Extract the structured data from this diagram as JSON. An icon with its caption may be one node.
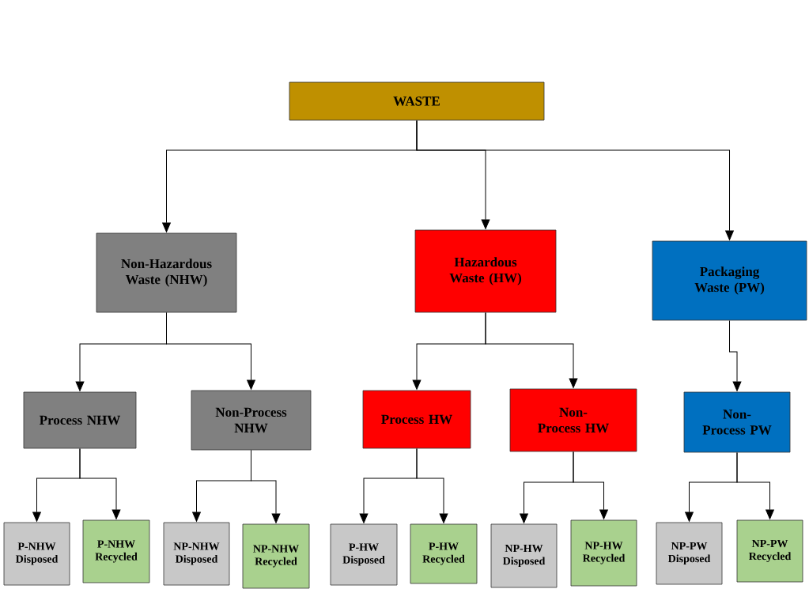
{
  "diagram": {
    "nodes": [
      {
        "text": [
          "WASTE"
        ]
      },
      {
        "text": [
          "Non-Hazardous Waste (NHW)"
        ]
      },
      {
        "text": [
          "Hazardous Waste (HW)"
        ]
      },
      {
        "text": [
          "Packaging Waste (PW)"
        ]
      },
      {
        "text": [
          "Process NHW"
        ]
      },
      {
        "text": [
          "Non-Process NHW"
        ]
      },
      {
        "text": [
          "Process HW"
        ]
      },
      {
        "text": [
          "Non-Process HW"
        ]
      },
      {
        "text": [
          "Non-Process PW"
        ]
      },
      {
        "text": [
          "P-NHW Disposed"
        ]
      },
      {
        "text": [
          "P-NHW Recycled"
        ]
      },
      {
        "text": [
          "NP-NHW Disposed"
        ]
      },
      {
        "text": [
          "NP-NHW Recycled"
        ]
      },
      {
        "text": [
          "P-HW Disposed"
        ]
      },
      {
        "text": [
          "P-HW Recycled"
        ]
      },
      {
        "text": [
          "NP-HW Disposed"
        ]
      },
      {
        "text": [
          "NP-HW Recycled"
        ]
      },
      {
        "text": [
          "NP-PW Disposed"
        ]
      },
      {
        "text": [
          "NP-PW Recycled"
        ]
      }
    ],
    "edges": [
      {
        "from": 0,
        "to": 1,
        "arrow": "to"
      },
      {
        "from": 0,
        "to": 2,
        "arrow": "to"
      },
      {
        "from": 0,
        "to": 3,
        "arrow": "to"
      },
      {
        "from": 1,
        "to": 4,
        "arrow": "to"
      },
      {
        "from": 1,
        "to": 5,
        "arrow": "to"
      },
      {
        "from": 2,
        "to": 6,
        "arrow": "to"
      },
      {
        "from": 2,
        "to": 7,
        "arrow": "to"
      },
      {
        "from": 3,
        "to": 8,
        "arrow": "to"
      },
      {
        "from": 4,
        "to": 9,
        "arrow": "to"
      },
      {
        "from": 4,
        "to": 10,
        "arrow": "to"
      },
      {
        "from": 5,
        "to": 11,
        "arrow": "to"
      },
      {
        "from": 5,
        "to": 12,
        "arrow": "to"
      },
      {
        "from": 6,
        "to": 13,
        "arrow": "to"
      },
      {
        "from": 6,
        "to": 14,
        "arrow": "to"
      },
      {
        "from": 7,
        "to": 15,
        "arrow": "to"
      },
      {
        "from": 7,
        "to": 16,
        "arrow": "to"
      },
      {
        "from": 8,
        "to": 17,
        "arrow": "to"
      },
      {
        "from": 8,
        "to": 18,
        "arrow": "to"
      }
    ]
  }
}
